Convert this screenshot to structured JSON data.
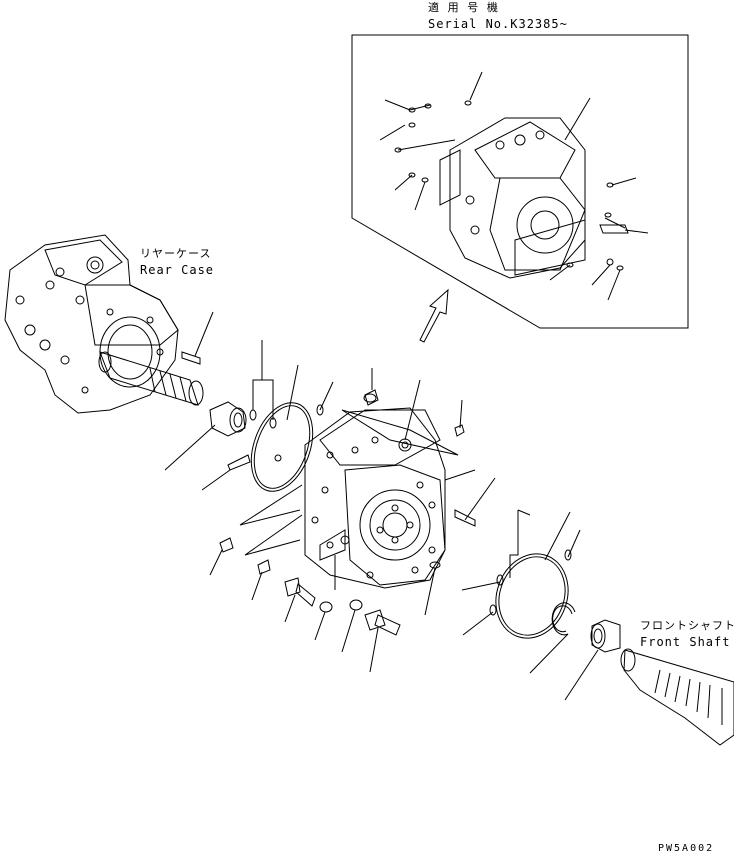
{
  "serial": {
    "jp": "適 用 号 機",
    "en": "Serial No.K32385~"
  },
  "rear_case": {
    "jp": "リヤーケース",
    "en": "Rear Case"
  },
  "front_shaft": {
    "jp": "フロントシャフト",
    "en": "Front Shaft"
  },
  "drawing_code": "PW5A002"
}
